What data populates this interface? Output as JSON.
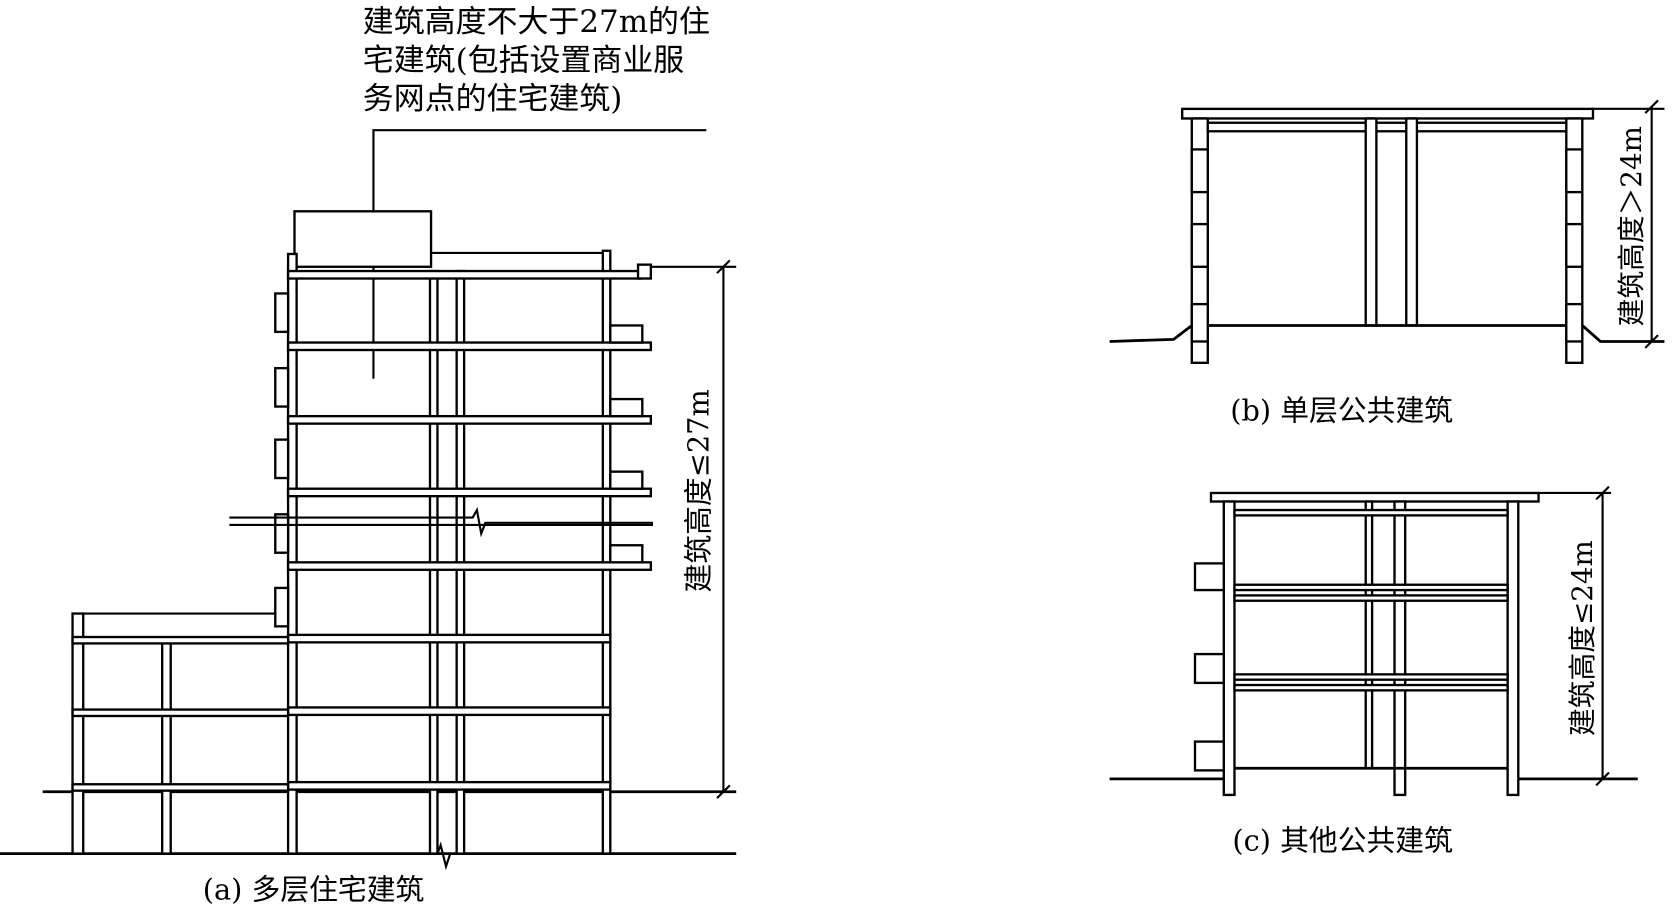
{
  "figure_a": {
    "annotation_lines": [
      "建筑高度不大于27m的住",
      "宅建筑(包括设置商业服",
      "务网点的住宅建筑)"
    ],
    "dimension_label": "建筑高度≤27m",
    "caption": "(a)  多层住宅建筑"
  },
  "figure_b": {
    "dimension_label": "建筑高度＞24m",
    "caption": "(b)  单层公共建筑"
  },
  "figure_c": {
    "dimension_label": "建筑高度≤24m",
    "caption": "(c)  其他公共建筑"
  }
}
